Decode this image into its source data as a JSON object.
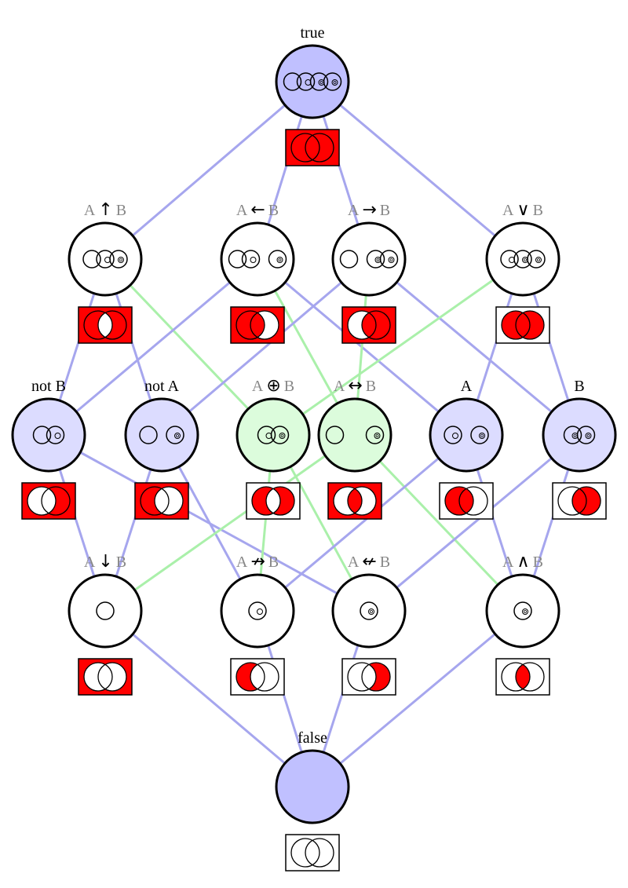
{
  "colors": {
    "edge_blue": "#a6a6ee",
    "edge_green": "#aaf0aa",
    "node_blue": "#c0c0ff",
    "node_lightblue": "#dcdcff",
    "node_green": "#dcfcdc",
    "node_white": "#ffffff",
    "venn_red": "#ff0000",
    "stroke": "#000000",
    "grey_text": "#888888"
  },
  "nodes": [
    {
      "id": "true",
      "name": "node-true",
      "text": "true",
      "label": [
        {
          "t": "true",
          "c": "black"
        }
      ],
      "fill": "node_blue",
      "inner": [
        "solid",
        "dot",
        "dot-ring",
        "dot-ring2"
      ],
      "venn": "all"
    },
    {
      "id": "nand",
      "name": "node-nand",
      "label": [
        {
          "t": "A",
          "c": "grey"
        },
        {
          "t": "↑",
          "c": "black",
          "op": true
        },
        {
          "t": "B",
          "c": "grey"
        }
      ],
      "fill": "node_white",
      "inner": [
        "solid",
        "dot",
        "dot-ring"
      ],
      "venn": "nand"
    },
    {
      "id": "converse",
      "name": "node-converse-implication",
      "label": [
        {
          "t": "A",
          "c": "grey"
        },
        {
          "t": "←",
          "c": "black",
          "op": true
        },
        {
          "t": "B",
          "c": "grey"
        }
      ],
      "fill": "node_white",
      "inner": [
        "solid",
        "dot",
        "gap",
        "dot-ring2"
      ],
      "venn": "converse"
    },
    {
      "id": "implies",
      "name": "node-implication",
      "label": [
        {
          "t": "A",
          "c": "grey"
        },
        {
          "t": "→",
          "c": "black",
          "op": true
        },
        {
          "t": "B",
          "c": "grey"
        }
      ],
      "fill": "node_white",
      "inner": [
        "solid",
        "gap",
        "dot-ring",
        "dot-ring2"
      ],
      "venn": "implies"
    },
    {
      "id": "or",
      "name": "node-or",
      "label": [
        {
          "t": "A",
          "c": "grey"
        },
        {
          "t": "∨",
          "c": "black",
          "op": true
        },
        {
          "t": "B",
          "c": "grey"
        }
      ],
      "fill": "node_white",
      "inner": [
        "dot",
        "dot-ring",
        "dot-ring2"
      ],
      "venn": "or"
    },
    {
      "id": "notb",
      "name": "node-not-b",
      "label": [
        {
          "t": "not B",
          "c": "black"
        }
      ],
      "fill": "node_lightblue",
      "inner": [
        "solid",
        "dot"
      ],
      "venn": "notb"
    },
    {
      "id": "nota",
      "name": "node-not-a",
      "label": [
        {
          "t": "not A",
          "c": "black"
        }
      ],
      "fill": "node_lightblue",
      "inner": [
        "solid",
        "gap",
        "dot-ring"
      ],
      "venn": "nota"
    },
    {
      "id": "xor",
      "name": "node-xor",
      "label": [
        {
          "t": "A",
          "c": "grey"
        },
        {
          "t": "⊕",
          "c": "black",
          "op": true
        },
        {
          "t": "B",
          "c": "grey"
        }
      ],
      "fill": "node_green",
      "inner": [
        "dot",
        "dot-ring"
      ],
      "venn": "xor"
    },
    {
      "id": "xnor",
      "name": "node-xnor",
      "label": [
        {
          "t": "A",
          "c": "grey"
        },
        {
          "t": "↔",
          "c": "black",
          "op": true
        },
        {
          "t": "B",
          "c": "grey"
        }
      ],
      "fill": "node_green",
      "inner": [
        "solid",
        "gap",
        "gap",
        "dot-ring2"
      ],
      "venn": "xnor"
    },
    {
      "id": "a",
      "name": "node-a",
      "label": [
        {
          "t": "A",
          "c": "black"
        }
      ],
      "fill": "node_lightblue",
      "inner": [
        "dot",
        "gap",
        "dot-ring2"
      ],
      "venn": "a"
    },
    {
      "id": "b",
      "name": "node-b",
      "label": [
        {
          "t": "B",
          "c": "black"
        }
      ],
      "fill": "node_lightblue",
      "inner": [
        "dot-ring",
        "dot-ring2"
      ],
      "venn": "b"
    },
    {
      "id": "nor",
      "name": "node-nor",
      "label": [
        {
          "t": "A",
          "c": "grey"
        },
        {
          "t": "↓",
          "c": "black",
          "op": true
        },
        {
          "t": "B",
          "c": "grey"
        }
      ],
      "fill": "node_white",
      "inner": [
        "solid"
      ],
      "venn": "nor"
    },
    {
      "id": "nimp",
      "name": "node-nonimplication",
      "label": [
        {
          "t": "A",
          "c": "grey"
        },
        {
          "t": "↛",
          "c": "black",
          "op": true
        },
        {
          "t": "B",
          "c": "grey"
        }
      ],
      "fill": "node_white",
      "inner": [
        "dot"
      ],
      "venn": "nimp"
    },
    {
      "id": "cnimp",
      "name": "node-converse-nonimplication",
      "label": [
        {
          "t": "A",
          "c": "grey"
        },
        {
          "t": "↚",
          "c": "black",
          "op": true
        },
        {
          "t": "B",
          "c": "grey"
        }
      ],
      "fill": "node_white",
      "inner": [
        "dot-ring"
      ],
      "venn": "cnimp"
    },
    {
      "id": "and",
      "name": "node-and",
      "label": [
        {
          "t": "A",
          "c": "grey"
        },
        {
          "t": "∧",
          "c": "black",
          "op": true
        },
        {
          "t": "B",
          "c": "grey"
        }
      ],
      "fill": "node_white",
      "inner": [
        "dot-ring2"
      ],
      "venn": "and"
    },
    {
      "id": "false",
      "name": "node-false",
      "label": [
        {
          "t": "false",
          "c": "black"
        }
      ],
      "fill": "node_blue",
      "inner": [],
      "venn": "none"
    }
  ],
  "edges": [
    [
      "true",
      "nand",
      "blue"
    ],
    [
      "true",
      "converse",
      "blue"
    ],
    [
      "true",
      "implies",
      "blue"
    ],
    [
      "true",
      "or",
      "blue"
    ],
    [
      "nand",
      "notb",
      "blue"
    ],
    [
      "nand",
      "nota",
      "blue"
    ],
    [
      "nand",
      "xor",
      "green"
    ],
    [
      "converse",
      "notb",
      "blue"
    ],
    [
      "converse",
      "xnor",
      "green"
    ],
    [
      "converse",
      "a",
      "blue"
    ],
    [
      "implies",
      "nota",
      "blue"
    ],
    [
      "implies",
      "xnor",
      "green"
    ],
    [
      "implies",
      "b",
      "blue"
    ],
    [
      "or",
      "xor",
      "green"
    ],
    [
      "or",
      "a",
      "blue"
    ],
    [
      "or",
      "b",
      "blue"
    ],
    [
      "notb",
      "nor",
      "blue"
    ],
    [
      "notb",
      "cnimp",
      "blue"
    ],
    [
      "nota",
      "nor",
      "blue"
    ],
    [
      "nota",
      "nimp",
      "blue"
    ],
    [
      "xor",
      "nimp",
      "green"
    ],
    [
      "xor",
      "cnimp",
      "green"
    ],
    [
      "xnor",
      "nor",
      "green"
    ],
    [
      "xnor",
      "and",
      "green"
    ],
    [
      "a",
      "nimp",
      "blue"
    ],
    [
      "a",
      "and",
      "blue"
    ],
    [
      "b",
      "cnimp",
      "blue"
    ],
    [
      "b",
      "and",
      "blue"
    ],
    [
      "nor",
      "false",
      "blue"
    ],
    [
      "nimp",
      "false",
      "blue"
    ],
    [
      "cnimp",
      "false",
      "blue"
    ],
    [
      "and",
      "false",
      "blue"
    ]
  ]
}
